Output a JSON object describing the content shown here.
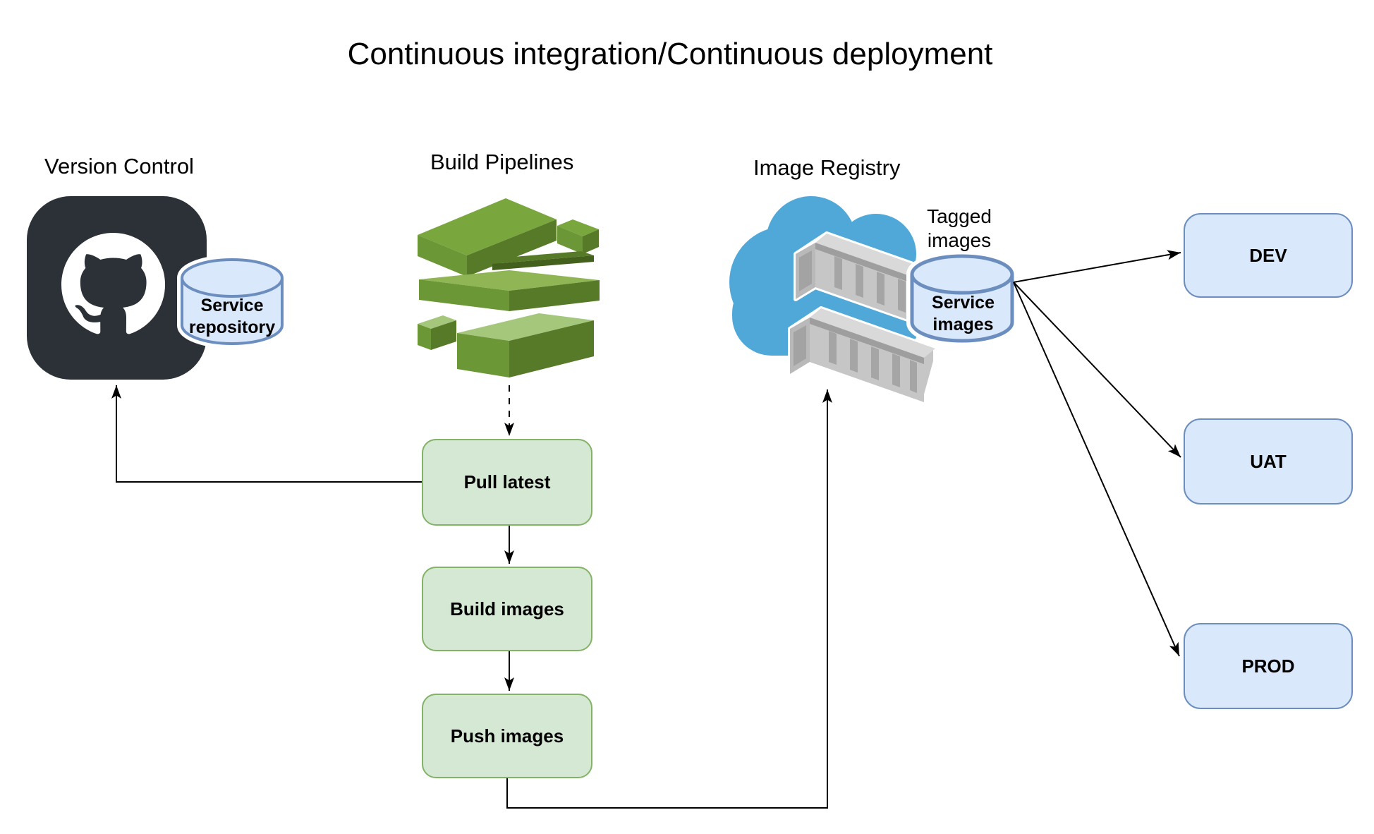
{
  "title": "Continuous integration/Continuous deployment",
  "sections": {
    "version_control": {
      "label": "Version Control",
      "repository": {
        "label": "Service repository"
      }
    },
    "build_pipelines": {
      "label": "Build Pipelines"
    },
    "image_registry": {
      "label": "Image Registry",
      "tagged_images": "Tagged\nimages",
      "registry_store": {
        "label": "Service images"
      }
    }
  },
  "pipeline_steps": [
    {
      "label": "Pull latest"
    },
    {
      "label": "Build images"
    },
    {
      "label": "Push images"
    }
  ],
  "environments": [
    {
      "label": "DEV"
    },
    {
      "label": "UAT"
    },
    {
      "label": "PROD"
    }
  ],
  "icons": {
    "version_control": "github-octocat-icon",
    "build_pipelines": "stacked-layers-icon",
    "image_registry_cloud": "cloud-icon",
    "image_registry_containers": "shipping-containers-icon",
    "data_store": "database-cylinder-icon"
  },
  "colors": {
    "node_green_fill": "#d5e8d4",
    "node_green_stroke": "#82b366",
    "node_blue_fill": "#dae8fc",
    "node_blue_stroke": "#6c8ebf",
    "github_dark": "#2b3137",
    "cloud_blue": "#4fa8d8",
    "layers_green_light": "#a4c77c",
    "layers_green_mid": "#76a03c",
    "layers_green_dark": "#567a28",
    "layers_green_shadow": "#43611c",
    "container_gray": "#c6c6c6",
    "arrow": "#000000"
  }
}
